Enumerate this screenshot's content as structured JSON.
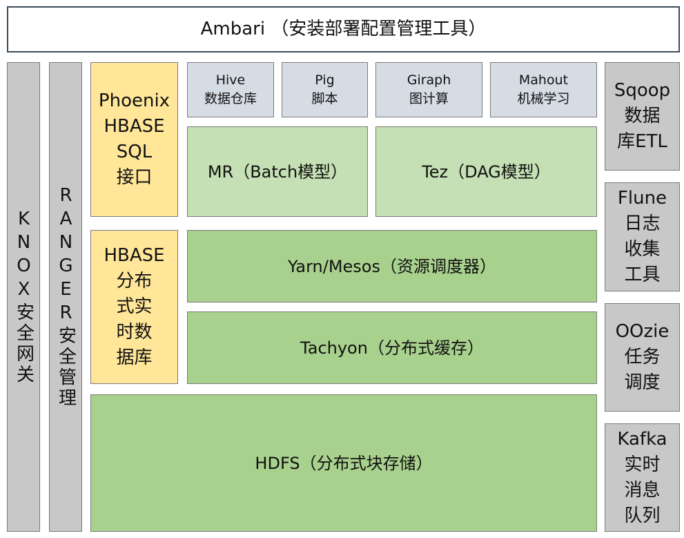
{
  "top": {
    "ambari": "Ambari （安装部署配置管理工具）"
  },
  "left": {
    "knox": "KNOX安全网关",
    "ranger": "RANGER安全管理"
  },
  "yellow": {
    "phoenix": "Phoenix\nHBASE\nSQL\n接口",
    "hbase": "HBASE\n分布\n式实\n时数\n据库"
  },
  "apps": [
    {
      "text": "Hive\n数据仓库"
    },
    {
      "text": "Pig\n脚本"
    },
    {
      "text": "Giraph\n图计算"
    },
    {
      "text": "Mahout\n机械学习"
    }
  ],
  "compute": {
    "mr": "MR（Batch模型）",
    "tez": "Tez（DAG模型）"
  },
  "layers": {
    "yarn": "Yarn/Mesos（资源调度器）",
    "tachyon": "Tachyon（分布式缓存）",
    "hdfs": "HDFS（分布式块存储）"
  },
  "right": {
    "sqoop": "Sqoop\n数据\n库ETL",
    "flume": "Flune\n日志\n收集\n工具",
    "oozie": "OOzie\n任务\n调度",
    "kafka": "Kafka\n实时\n消息\n队列"
  },
  "colors": {
    "header_border": "#3a4a5a",
    "gray": "#c8c8c8",
    "top_apps": "#d6dce4",
    "yellow": "#ffe699",
    "light_green": "#c5e0b4",
    "green": "#a9d18e"
  }
}
